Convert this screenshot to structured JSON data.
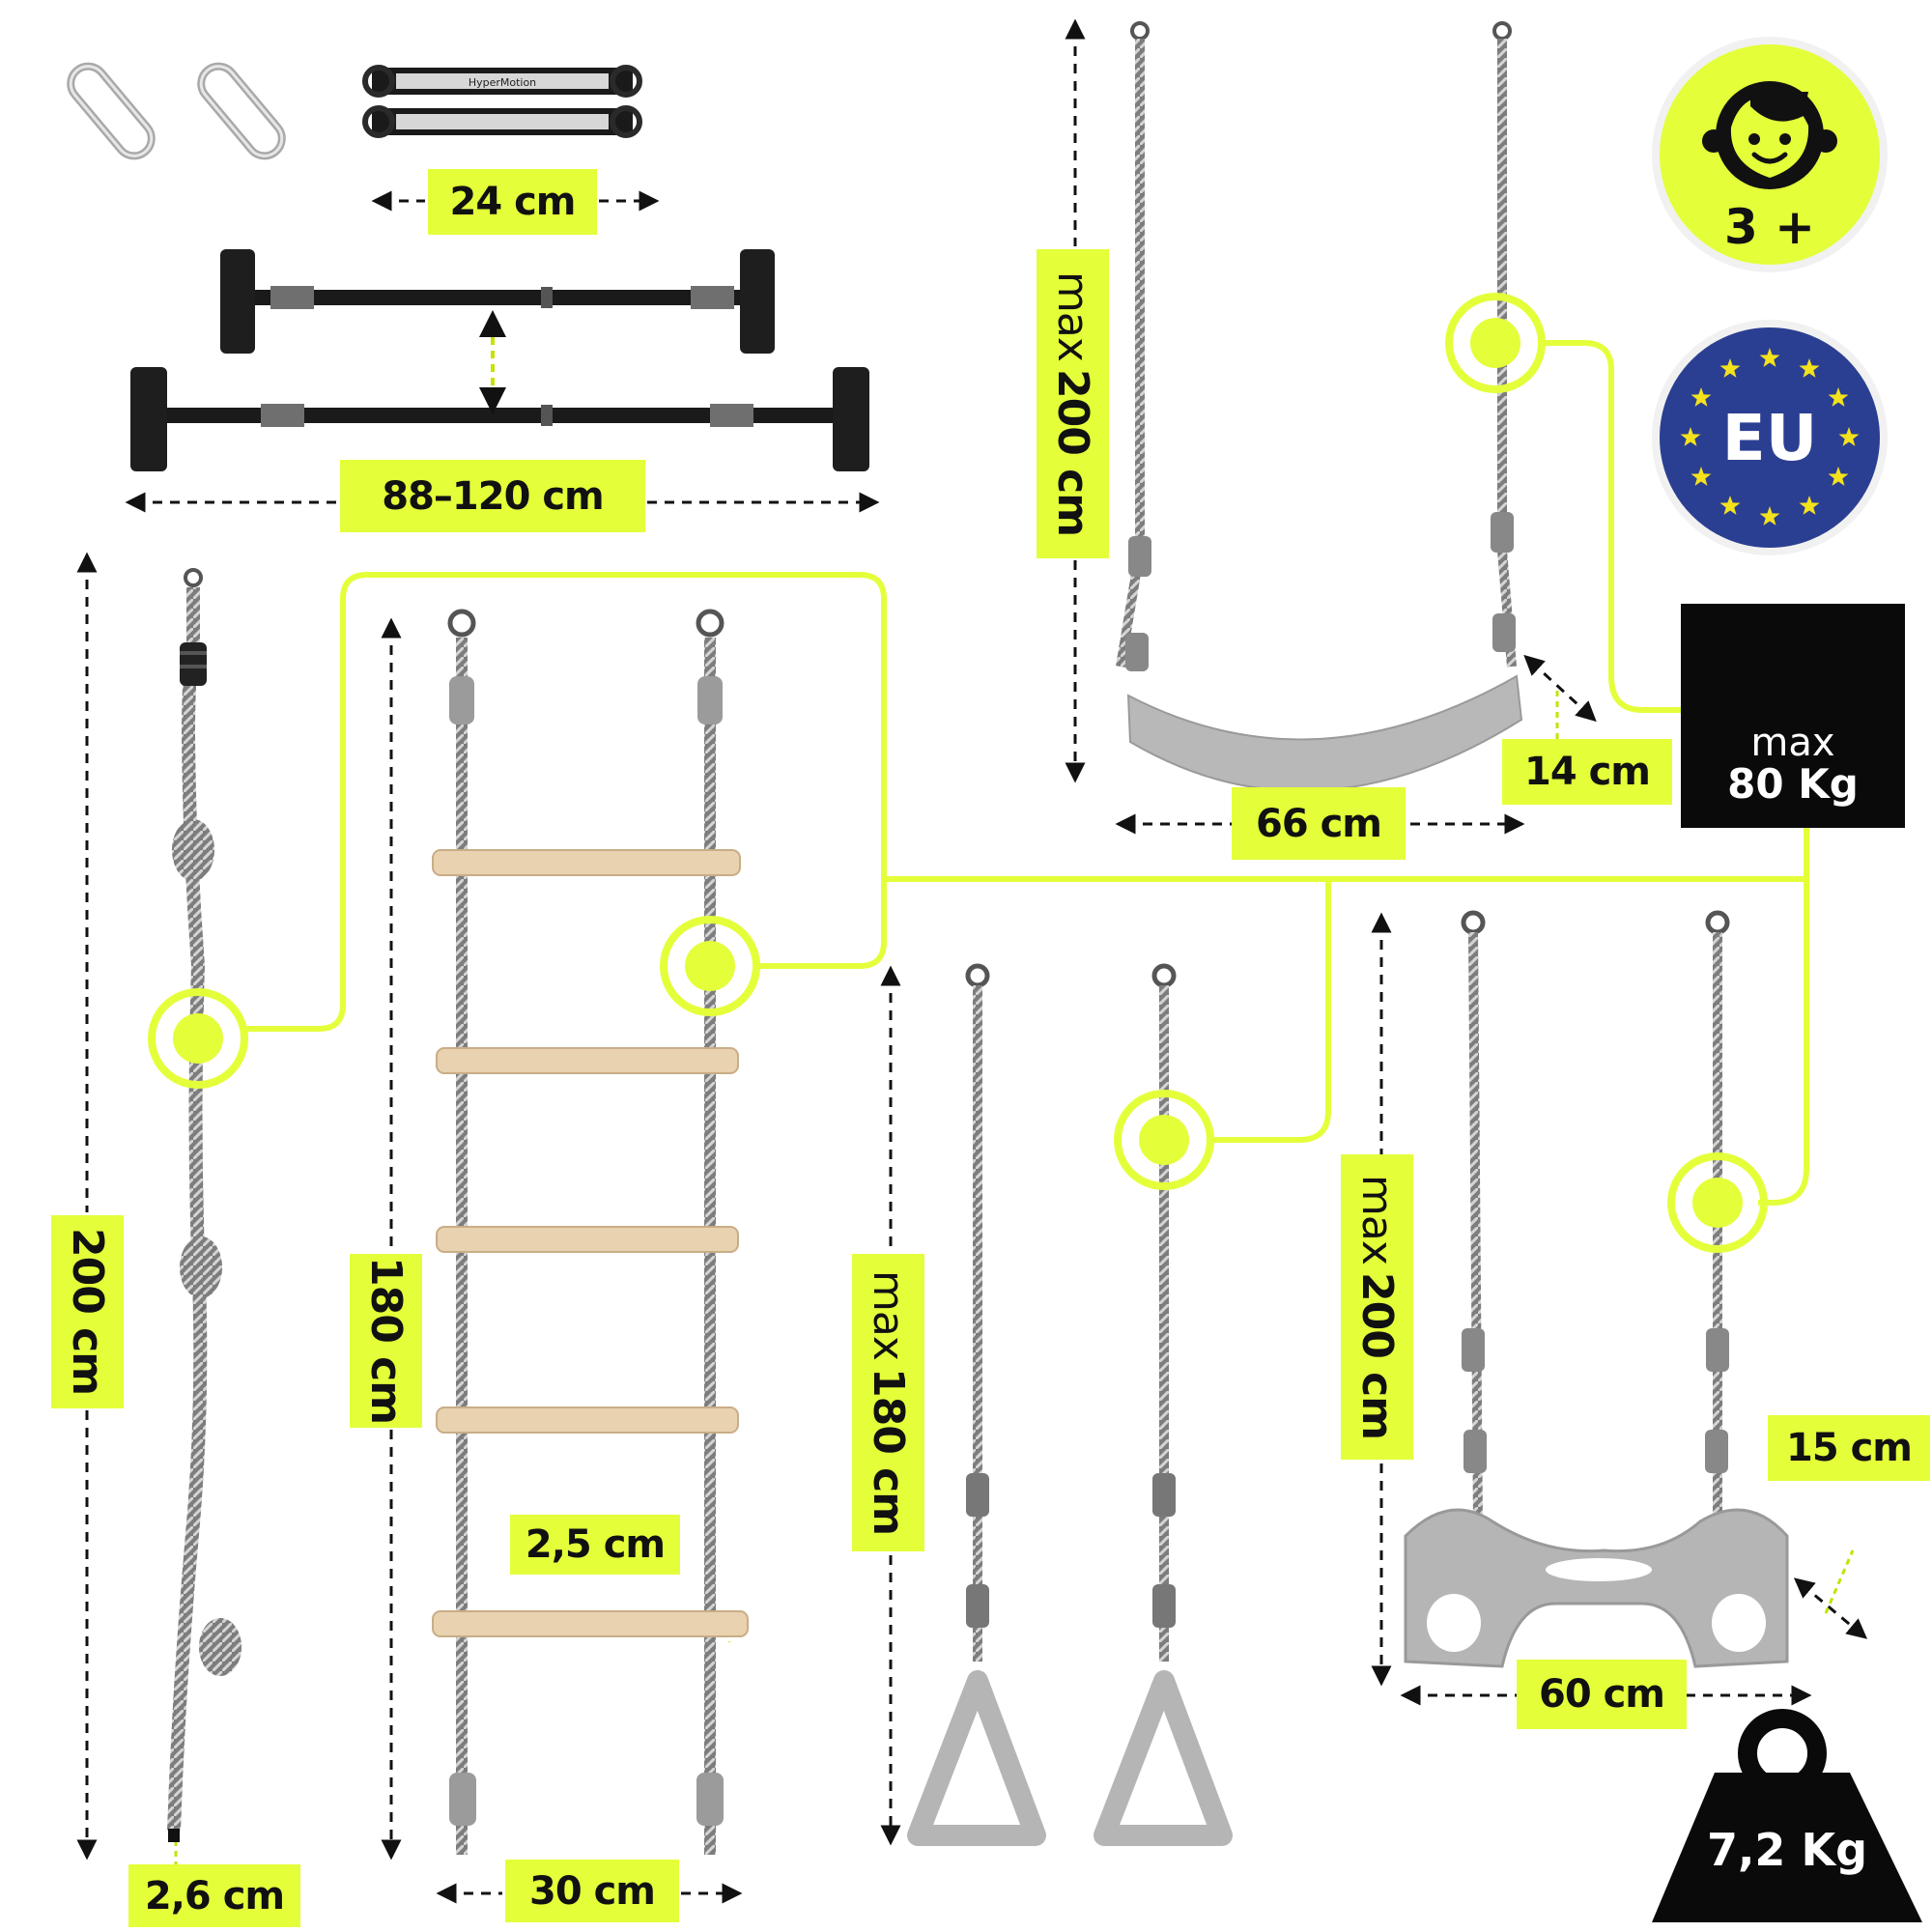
{
  "labels": {
    "strap_length": "24 cm",
    "bar_length": "88–120 cm",
    "rope_length": "200 cm",
    "rope_diameter": "2,6 cm",
    "ladder_height": "180 cm",
    "ladder_width": "30 cm",
    "rung_diameter": "2,5 cm",
    "rings_height_prefix": "max",
    "rings_height_value": "180 cm",
    "swing_height_prefix": "max",
    "swing_height_value": "200 cm",
    "swing_width": "66 cm",
    "swing_depth": "14 cm",
    "trapeze_height_prefix": "max",
    "trapeze_height_value": "200 cm",
    "trapeze_width": "60 cm",
    "trapeze_depth": "15 cm"
  },
  "badges": {
    "age": "3 +",
    "eu": "EU",
    "capacity_prefix": "max",
    "capacity_value": "80 Kg",
    "weight": "7,2 Kg"
  },
  "strap_brand": "HyperMotion",
  "colors": {
    "accent": "#e4ff3a",
    "eu_blue": "#2b3f92",
    "eu_star": "#f4e21c",
    "rope": "#8a8a8a",
    "plastic": "#b5b5b5",
    "wood": "#e8d2b0",
    "black": "#0a0a0a"
  },
  "icons": [
    "child-face-icon",
    "gauge-icon",
    "weight-icon",
    "carabiner-icon",
    "star-icon"
  ]
}
